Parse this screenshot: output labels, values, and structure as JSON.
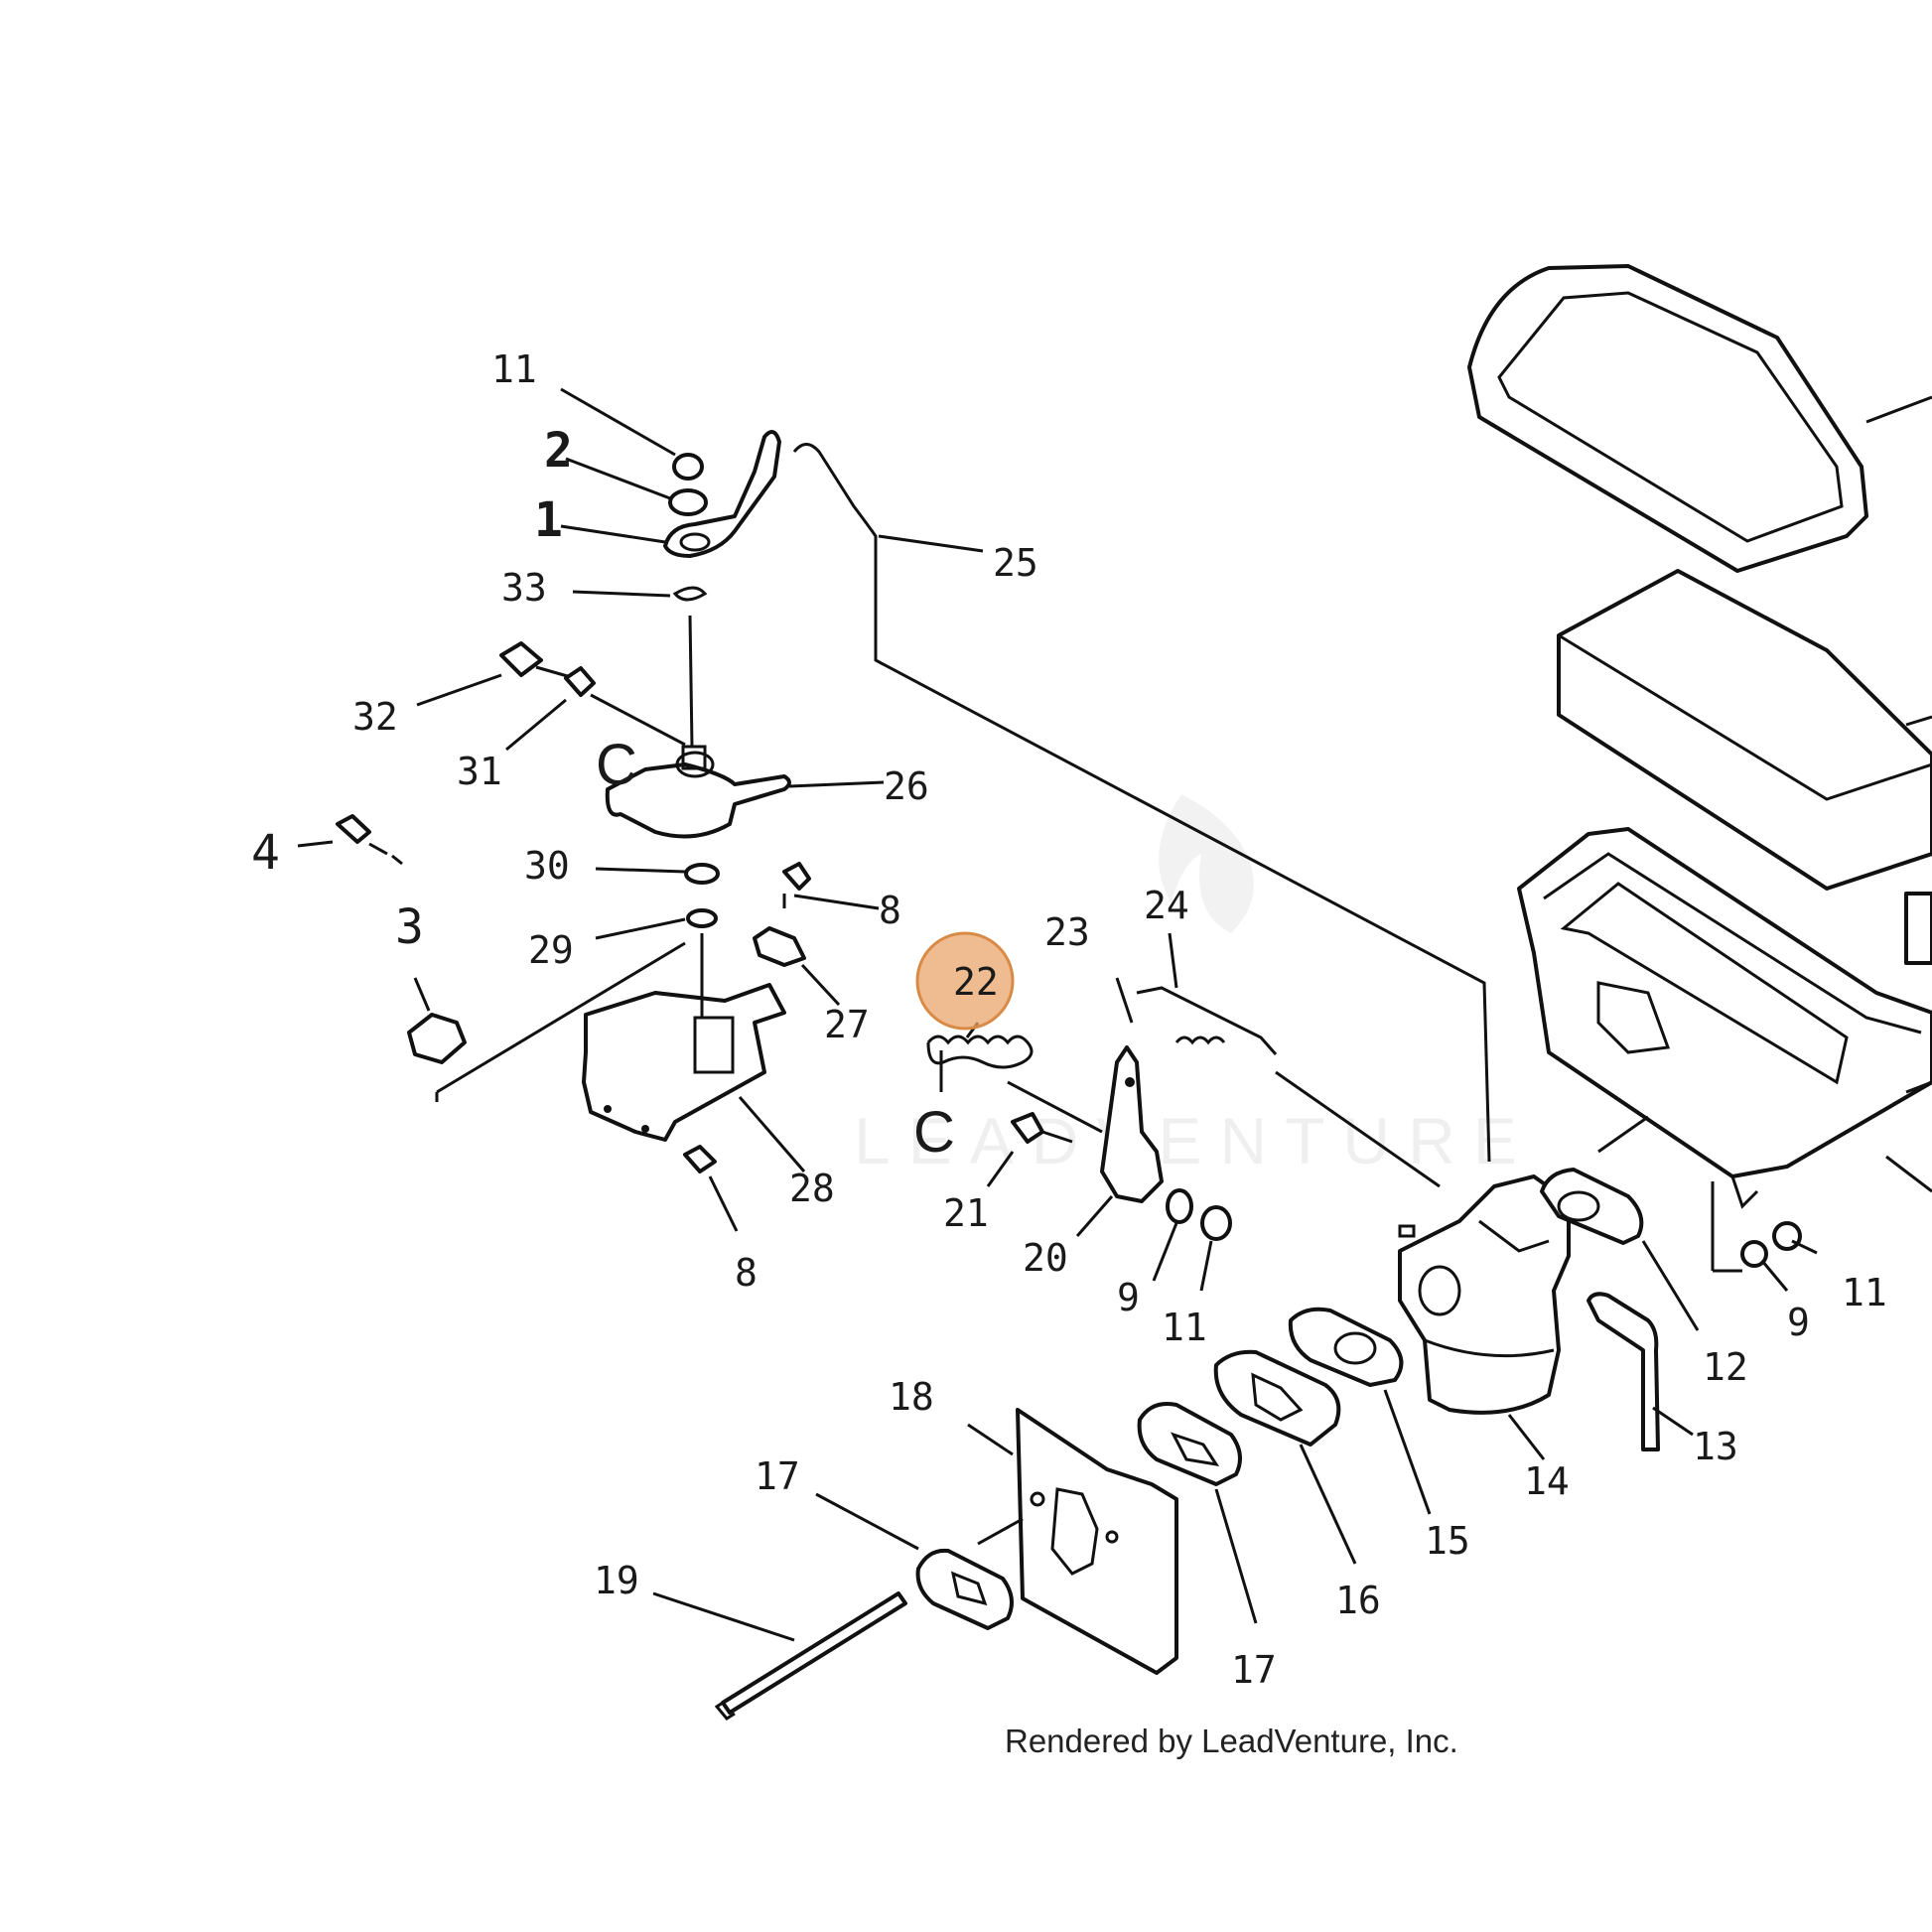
{
  "labels": {
    "l1": "1",
    "l2": "2",
    "l3": "3",
    "l4": "4",
    "l8a": "8",
    "l8b": "8",
    "l9a": "9",
    "l9b": "9",
    "l11a": "11",
    "l11b": "11",
    "l11c": "11",
    "l12": "12",
    "l13": "13",
    "l14": "14",
    "l15": "15",
    "l16": "16",
    "l17a": "17",
    "l17b": "17",
    "l18": "18",
    "l19": "19",
    "l20": "20",
    "l21": "21",
    "l22": "22",
    "l23": "23",
    "l24": "24",
    "l25": "25",
    "l26": "26",
    "l27": "27",
    "l28": "28",
    "l29": "29",
    "l30": "30",
    "l31": "31",
    "l32": "32",
    "l33": "33",
    "cA": "C",
    "cB": "C"
  },
  "highlight": {
    "part": "22",
    "color": "#E8A56B"
  },
  "footer": "Rendered by LeadVenture, Inc.",
  "watermark": "LEADVENTURE"
}
